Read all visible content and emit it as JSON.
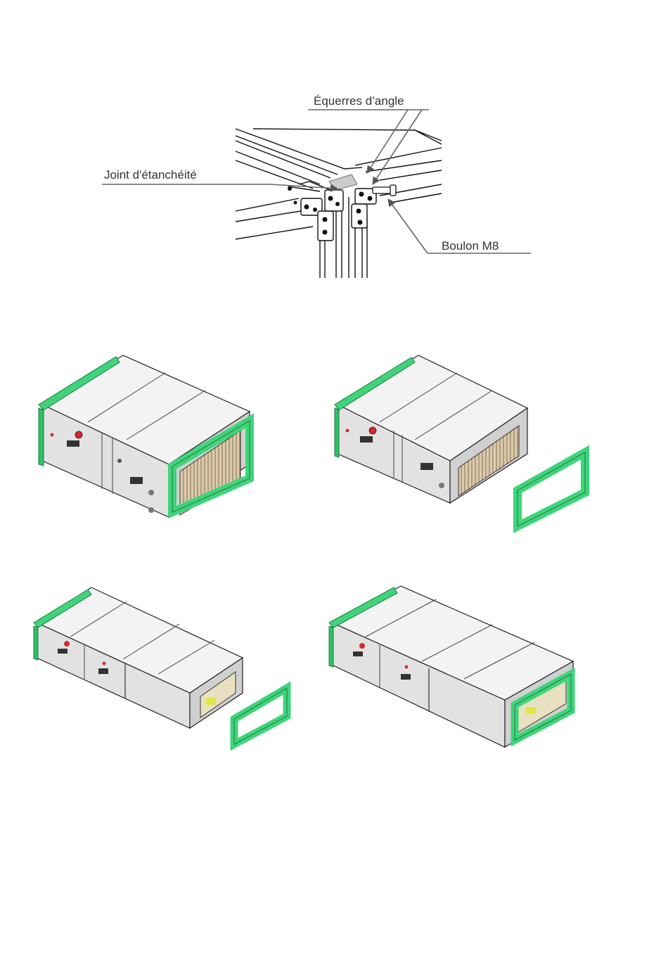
{
  "detail": {
    "labels": {
      "corner_brackets": "Équerres d’angle",
      "seal": "Joint d'étanchéité",
      "bolt": "Boulon M8"
    }
  },
  "colors": {
    "frame_green": "#3fd47a",
    "frame_green_dark": "#1f9a52",
    "casing": "#e6e6e6",
    "casing_top": "#f2f2f2",
    "outline": "#1a1a1a",
    "leader": "#555555"
  },
  "steps": [
    {
      "id": "step-1",
      "description_icon": "unit-with-frames-attached"
    },
    {
      "id": "step-2",
      "description_icon": "unit-frame-detached"
    },
    {
      "id": "step-3",
      "description_icon": "two-section-unit-frame-detached"
    },
    {
      "id": "step-4",
      "description_icon": "two-section-unit-frame-attached"
    }
  ]
}
